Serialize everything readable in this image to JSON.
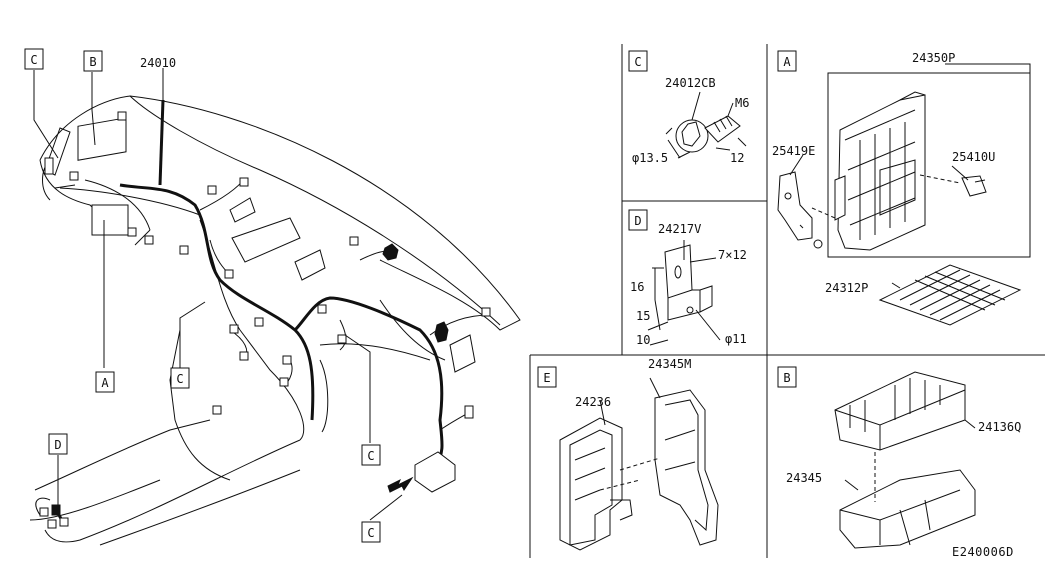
{
  "main_view": {
    "part_number": "24010",
    "callouts": [
      "C",
      "B",
      "A",
      "C",
      "C",
      "C",
      "D"
    ]
  },
  "panels": {
    "C": {
      "letter": "C",
      "part": "24012CB",
      "thread": "M6",
      "diameter": "φ13.5",
      "length": "12"
    },
    "D": {
      "letter": "D",
      "part": "24217V",
      "size": "7×12",
      "dim_16": "16",
      "dim_15": "15",
      "dim_10": "10",
      "hole": "φ11"
    },
    "A": {
      "letter": "A",
      "part_main": "24350P",
      "part_bracket": "25419E",
      "part_relay": "25410U",
      "part_label": "24312P"
    },
    "E": {
      "letter": "E",
      "part_main": "24345M",
      "part_bracket": "24236"
    },
    "B": {
      "letter": "B",
      "part_cover": "24136Q",
      "part_base": "24345"
    }
  },
  "diagram_ref": "E240006D"
}
